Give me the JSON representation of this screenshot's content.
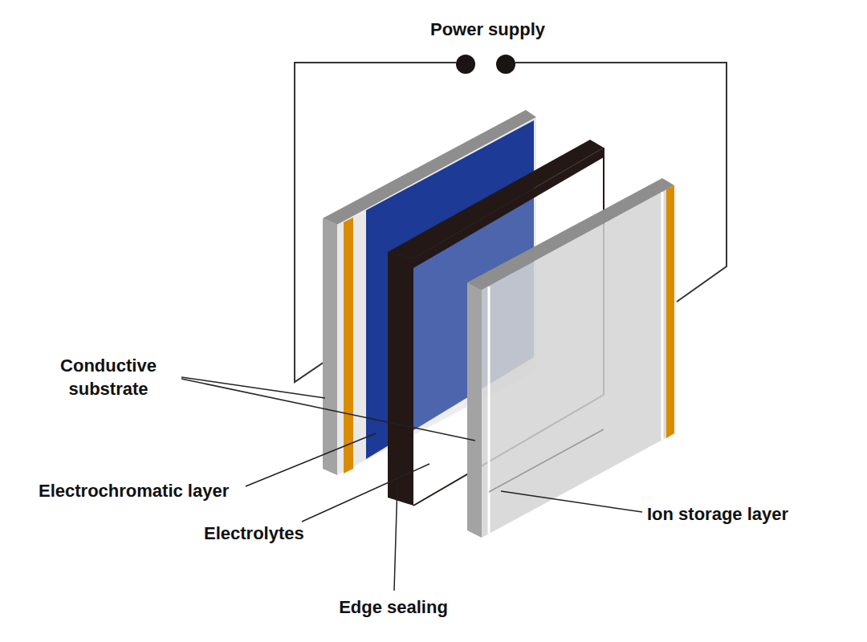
{
  "diagram": {
    "labels": [
      "Power supply",
      "Conductive substrate",
      "Electrochromatic layer",
      "Electrolytes",
      "Edge sealing",
      "Ion storage layer"
    ]
  }
}
